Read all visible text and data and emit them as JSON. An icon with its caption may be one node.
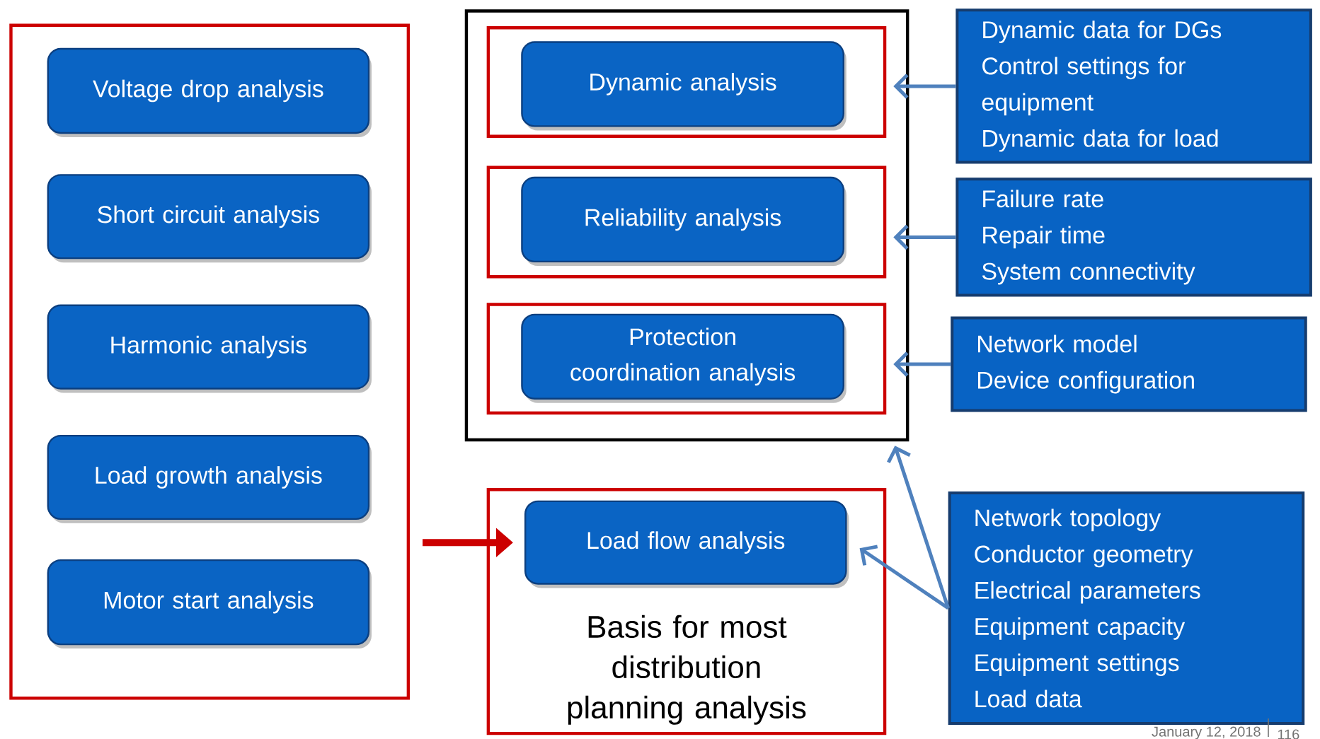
{
  "diagram": {
    "nodes": [
      {
        "text": [],
        "shape": "box"
      },
      {
        "text": [
          "Voltage drop analysis"
        ],
        "in": 0
      },
      {
        "text": [
          "Short circuit analysis"
        ],
        "in": 0
      },
      {
        "text": [
          "Harmonic analysis"
        ],
        "in": 0
      },
      {
        "text": [
          "Load growth analysis"
        ],
        "in": 0
      },
      {
        "text": [
          "Motor start analysis"
        ],
        "in": 0
      },
      {
        "text": [],
        "shape": "box"
      },
      {
        "text": [],
        "shape": "box",
        "in": 6
      },
      {
        "text": [
          "Dynamic analysis"
        ],
        "in": 7
      },
      {
        "text": [],
        "shape": "box",
        "in": 6
      },
      {
        "text": [
          "Reliability analysis"
        ],
        "in": 9
      },
      {
        "text": [],
        "shape": "box",
        "in": 6
      },
      {
        "text": [
          "Protection coordination analysis"
        ],
        "in": 11
      },
      {
        "text": [
          "Basis for most distribution planning analysis"
        ]
      },
      {
        "text": [
          "Load flow analysis"
        ],
        "in": 13
      },
      {
        "text": [
          "Dynamic data for DGs",
          "Control settings for equipment",
          "Dynamic data for load"
        ]
      },
      {
        "text": [
          "Failure rate",
          "Repair time",
          "System connectivity"
        ]
      },
      {
        "text": [
          "Network model",
          "Device configuration"
        ]
      },
      {
        "text": [
          "Network topology",
          "Conductor geometry",
          "Electrical parameters",
          "Equipment capacity",
          "Equipment settings",
          "Load data"
        ]
      }
    ],
    "edges": [
      {
        "from": 15,
        "to": 7,
        "arrow": "to"
      },
      {
        "from": 16,
        "to": 9,
        "arrow": "to"
      },
      {
        "from": 17,
        "to": 11,
        "arrow": "to"
      },
      {
        "from": 18,
        "to": 14,
        "arrow": "to"
      },
      {
        "from": 18,
        "to": 6,
        "arrow": "to"
      },
      {
        "from": 0,
        "to": 14,
        "arrow": "to",
        "style": "thick",
        "color": "#cc0000"
      }
    ],
    "labels": [
      "January 12, 2018",
      "116"
    ]
  }
}
